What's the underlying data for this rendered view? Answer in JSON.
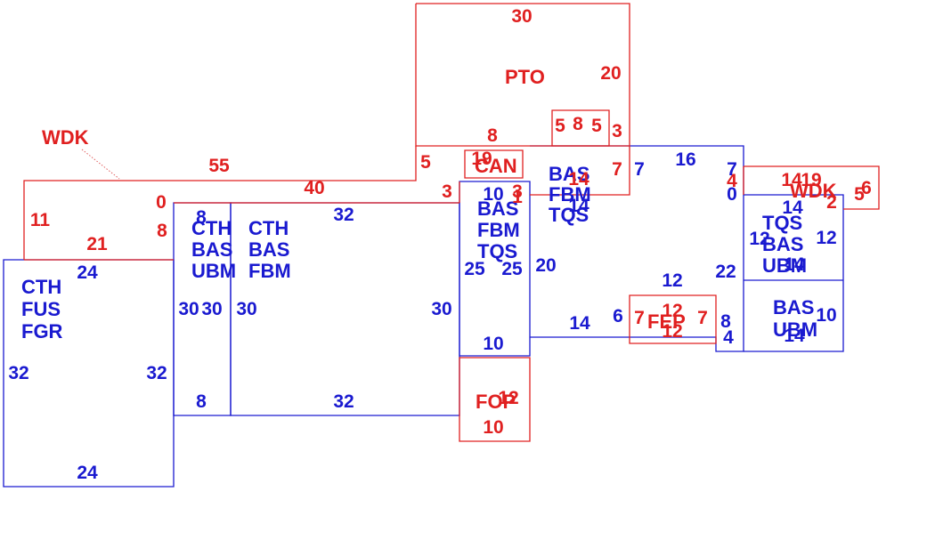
{
  "colors": {
    "red": "#e02020",
    "blue": "#1a1ad0",
    "leader": "#e06060"
  },
  "zones": [
    {
      "id": "zone-blue-left",
      "color": "blue",
      "labels": [
        "CTH",
        "FUS",
        "FGR"
      ]
    },
    {
      "id": "zone-blue-narrow",
      "color": "blue",
      "labels": [
        "CTH",
        "BAS",
        "UBM"
      ]
    },
    {
      "id": "zone-blue-main",
      "color": "blue",
      "labels": [
        "CTH",
        "BAS",
        "FBM"
      ]
    },
    {
      "id": "zone-blue-center",
      "color": "blue",
      "labels": [
        "BAS",
        "FBM",
        "TQS"
      ]
    },
    {
      "id": "zone-blue-upper-center",
      "color": "blue",
      "labels": [
        "BAS",
        "FBM",
        "TQS"
      ]
    },
    {
      "id": "zone-blue-right-upper",
      "color": "blue",
      "labels": [
        "TQS",
        "BAS",
        "UBM"
      ]
    },
    {
      "id": "zone-blue-right-lower",
      "color": "blue",
      "labels": [
        "BAS",
        "UBM"
      ]
    },
    {
      "id": "zone-red-pto",
      "color": "red",
      "labels": [
        "PTO"
      ]
    },
    {
      "id": "zone-red-wdk-left",
      "color": "red",
      "labels": [
        "WDK"
      ]
    },
    {
      "id": "zone-red-wdk-right",
      "color": "red",
      "labels": [
        "WDK"
      ]
    },
    {
      "id": "zone-red-can",
      "color": "red",
      "labels": [
        "CAN"
      ]
    },
    {
      "id": "zone-red-fop",
      "color": "red",
      "labels": [
        "FOP"
      ]
    },
    {
      "id": "zone-red-fep",
      "color": "red",
      "labels": [
        "FEP"
      ]
    }
  ],
  "dimensions": [
    {
      "value": "30",
      "color": "red"
    },
    {
      "value": "20",
      "color": "red"
    },
    {
      "value": "5",
      "color": "red"
    },
    {
      "value": "8",
      "color": "red"
    },
    {
      "value": "5",
      "color": "red"
    },
    {
      "value": "3",
      "color": "red"
    },
    {
      "value": "8",
      "color": "red"
    },
    {
      "value": "5",
      "color": "red"
    },
    {
      "value": "19",
      "color": "red"
    },
    {
      "value": "14",
      "color": "red"
    },
    {
      "value": "7",
      "color": "red"
    },
    {
      "value": "55",
      "color": "red"
    },
    {
      "value": "40",
      "color": "red"
    },
    {
      "value": "3",
      "color": "red"
    },
    {
      "value": "0",
      "color": "red"
    },
    {
      "value": "11",
      "color": "red"
    },
    {
      "value": "8",
      "color": "red"
    },
    {
      "value": "21",
      "color": "red"
    },
    {
      "value": "3",
      "color": "red"
    },
    {
      "value": "1",
      "color": "red"
    },
    {
      "value": "4",
      "color": "red"
    },
    {
      "value": "14",
      "color": "red"
    },
    {
      "value": "19",
      "color": "red"
    },
    {
      "value": "2",
      "color": "red"
    },
    {
      "value": "5",
      "color": "red"
    },
    {
      "value": "6",
      "color": "red"
    },
    {
      "value": "12",
      "color": "red"
    },
    {
      "value": "10",
      "color": "red"
    },
    {
      "value": "7",
      "color": "red"
    },
    {
      "value": "12",
      "color": "red"
    },
    {
      "value": "12",
      "color": "red"
    },
    {
      "value": "7",
      "color": "red"
    },
    {
      "value": "16",
      "color": "blue"
    },
    {
      "value": "7",
      "color": "blue"
    },
    {
      "value": "7",
      "color": "blue"
    },
    {
      "value": "0",
      "color": "blue"
    },
    {
      "value": "14",
      "color": "blue"
    },
    {
      "value": "12",
      "color": "blue"
    },
    {
      "value": "12",
      "color": "blue"
    },
    {
      "value": "14",
      "color": "blue"
    },
    {
      "value": "22",
      "color": "blue"
    },
    {
      "value": "10",
      "color": "blue"
    },
    {
      "value": "14",
      "color": "blue"
    },
    {
      "value": "8",
      "color": "blue"
    },
    {
      "value": "4",
      "color": "blue"
    },
    {
      "value": "12",
      "color": "blue"
    },
    {
      "value": "10",
      "color": "blue"
    },
    {
      "value": "14",
      "color": "blue"
    },
    {
      "value": "20",
      "color": "blue"
    },
    {
      "value": "25",
      "color": "blue"
    },
    {
      "value": "25",
      "color": "blue"
    },
    {
      "value": "10",
      "color": "blue"
    },
    {
      "value": "14",
      "color": "blue"
    },
    {
      "value": "6",
      "color": "blue"
    },
    {
      "value": "32",
      "color": "blue"
    },
    {
      "value": "30",
      "color": "blue"
    },
    {
      "value": "30",
      "color": "blue"
    },
    {
      "value": "32",
      "color": "blue"
    },
    {
      "value": "8",
      "color": "blue"
    },
    {
      "value": "30",
      "color": "blue"
    },
    {
      "value": "30",
      "color": "blue"
    },
    {
      "value": "8",
      "color": "blue"
    },
    {
      "value": "24",
      "color": "blue"
    },
    {
      "value": "32",
      "color": "blue"
    },
    {
      "value": "32",
      "color": "blue"
    },
    {
      "value": "24",
      "color": "blue"
    }
  ]
}
